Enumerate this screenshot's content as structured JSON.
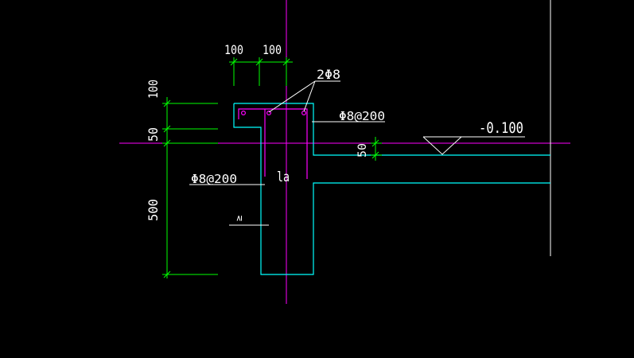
{
  "colors": {
    "background": "#000000",
    "axis": "#ff00ff",
    "concrete": "#00ffff",
    "rebar": "#ff00ff",
    "dimension": "#00ff00",
    "leader": "#ffffff",
    "text": "#ffffff"
  },
  "dimensions": {
    "top_left": "100",
    "top_right": "100",
    "left_top": "100",
    "left_mid": "50",
    "left_bottom": "500",
    "slab_step": "50"
  },
  "rebar_labels": {
    "top_bars": "2Φ8",
    "stirrup_right": "Φ8@200",
    "stirrup_left": "Φ8@200"
  },
  "anchorage_label": "la",
  "elevation_label": "-0.100",
  "small_note": "≥"
}
